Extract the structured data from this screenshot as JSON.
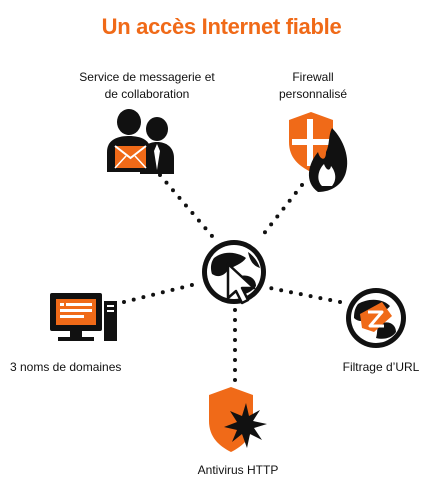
{
  "title": "Un accès Internet fiable",
  "colors": {
    "accent": "#f06a18",
    "ink": "#111111",
    "background": "#ffffff"
  },
  "center": {
    "icon": "globe-cursor-icon"
  },
  "nodes": [
    {
      "id": "messaging",
      "icon": "users-mail-icon",
      "label_lines": [
        "Service de messagerie et",
        "de collaboration"
      ]
    },
    {
      "id": "firewall",
      "icon": "shield-flame-icon",
      "label_lines": [
        "Firewall",
        "personnalisé"
      ]
    },
    {
      "id": "domains",
      "icon": "computer-icon",
      "label_lines": [
        "3 noms de domaines"
      ]
    },
    {
      "id": "url",
      "icon": "globe-filter-icon",
      "label_lines": [
        "Filtrage d’URL"
      ]
    },
    {
      "id": "antivirus",
      "icon": "shield-virus-icon",
      "label_lines": [
        "Antivirus HTTP"
      ]
    }
  ]
}
